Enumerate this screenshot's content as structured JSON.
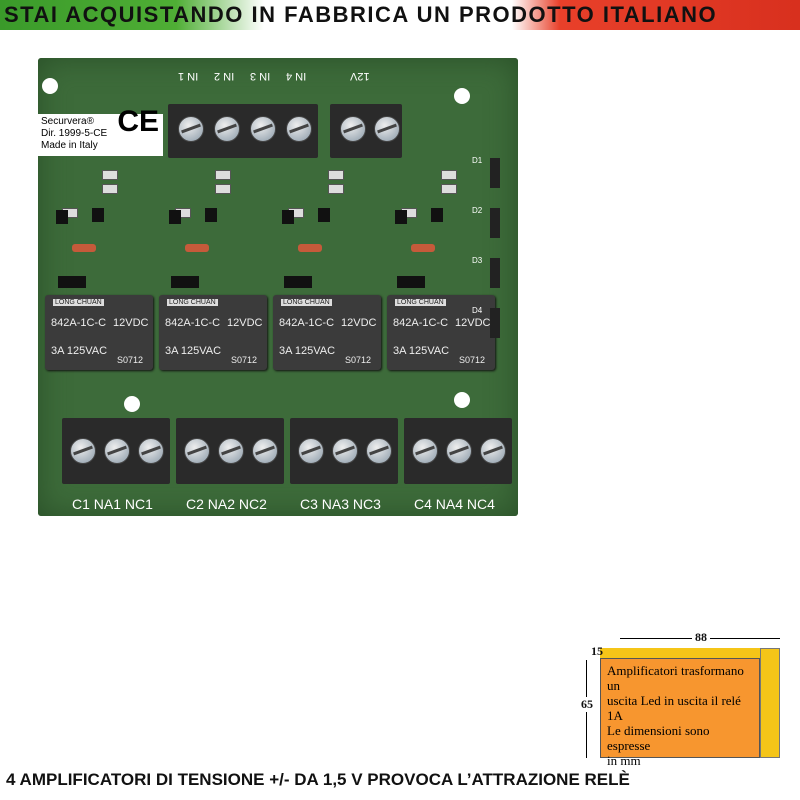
{
  "banner": {
    "text": "STAI ACQUISTANDO IN FABBRICA UN PRODOTTO ITALIANO"
  },
  "board": {
    "input_labels": [
      "IN 1",
      "IN 2",
      "IN 3",
      "IN 4"
    ],
    "power_label": "12V",
    "cert": {
      "brand": "Securvera®",
      "directive": "Dir. 1999-5-CE",
      "origin": "Made in Italy",
      "mark": "CE"
    },
    "relays": [
      {
        "brand": "LONG CHUAN",
        "model": "842A-1C-C",
        "coil": "12VDC",
        "rating": "3A 125VAC",
        "code": "S0712"
      },
      {
        "brand": "LONG CHUAN",
        "model": "842A-1C-C",
        "coil": "12VDC",
        "rating": "3A 125VAC",
        "code": "S0712"
      },
      {
        "brand": "LONG CHUAN",
        "model": "842A-1C-C",
        "coil": "12VDC",
        "rating": "3A 125VAC",
        "code": "S0712"
      },
      {
        "brand": "LONG CHUAN",
        "model": "842A-1C-C",
        "coil": "12VDC",
        "rating": "3A 125VAC",
        "code": "S0712"
      }
    ],
    "output_labels": [
      "C1 NA1 NC1",
      "C2 NA2 NC2",
      "C3 NA3 NC3",
      "C4 NA4 NC4"
    ],
    "diodes": [
      "D1",
      "D2",
      "D3",
      "D4"
    ]
  },
  "dimensions": {
    "width": "88",
    "depth": "15",
    "height": "65",
    "description": [
      "Amplificatori trasformano un",
      "uscita Led in uscita il relé 1A",
      "Le dimensioni sono espresse",
      "in mm"
    ]
  },
  "footer": {
    "text": "4 AMPLIFICATORI DI TENSIONE +/- DA 1,5 V PROVOCA L’ATTRAZIONE RELÈ"
  },
  "colors": {
    "board": "#3d6b3a",
    "box_front": "#f7962f",
    "box_top": "#f5c518"
  }
}
